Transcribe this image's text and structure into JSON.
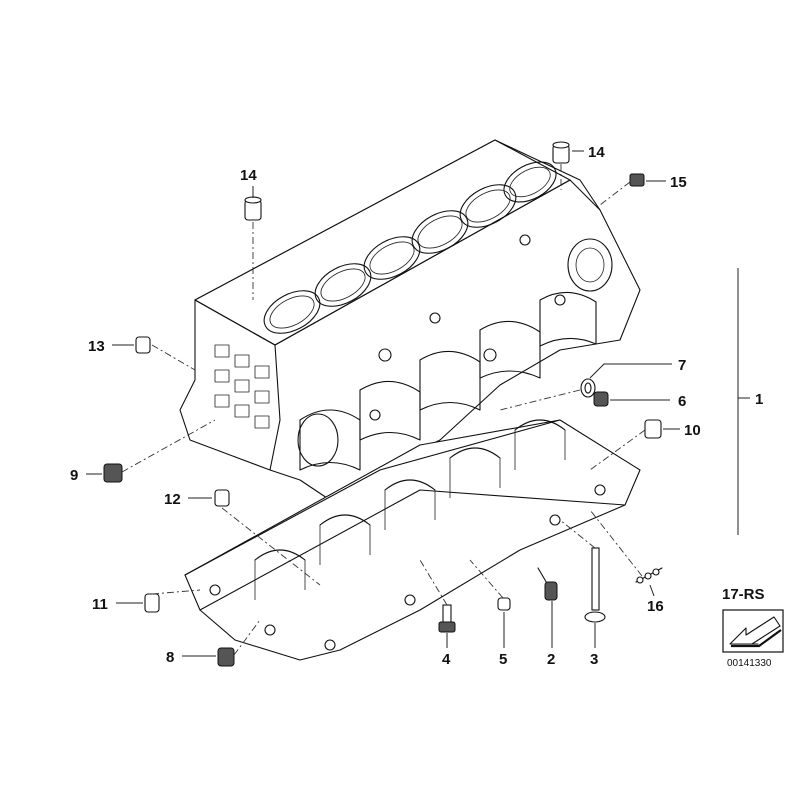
{
  "callouts": [
    {
      "label": "14"
    },
    {
      "label": "14"
    },
    {
      "label": "15"
    },
    {
      "label": "13"
    },
    {
      "label": "7"
    },
    {
      "label": "6"
    },
    {
      "label": "1"
    },
    {
      "label": "10"
    },
    {
      "label": "9"
    },
    {
      "label": "12"
    },
    {
      "label": "11"
    },
    {
      "label": "8"
    },
    {
      "label": "4"
    },
    {
      "label": "5"
    },
    {
      "label": "2"
    },
    {
      "label": "3"
    },
    {
      "label": "16"
    }
  ],
  "reference_box": {
    "group_code": "17-RS",
    "image_code": "00141330"
  }
}
